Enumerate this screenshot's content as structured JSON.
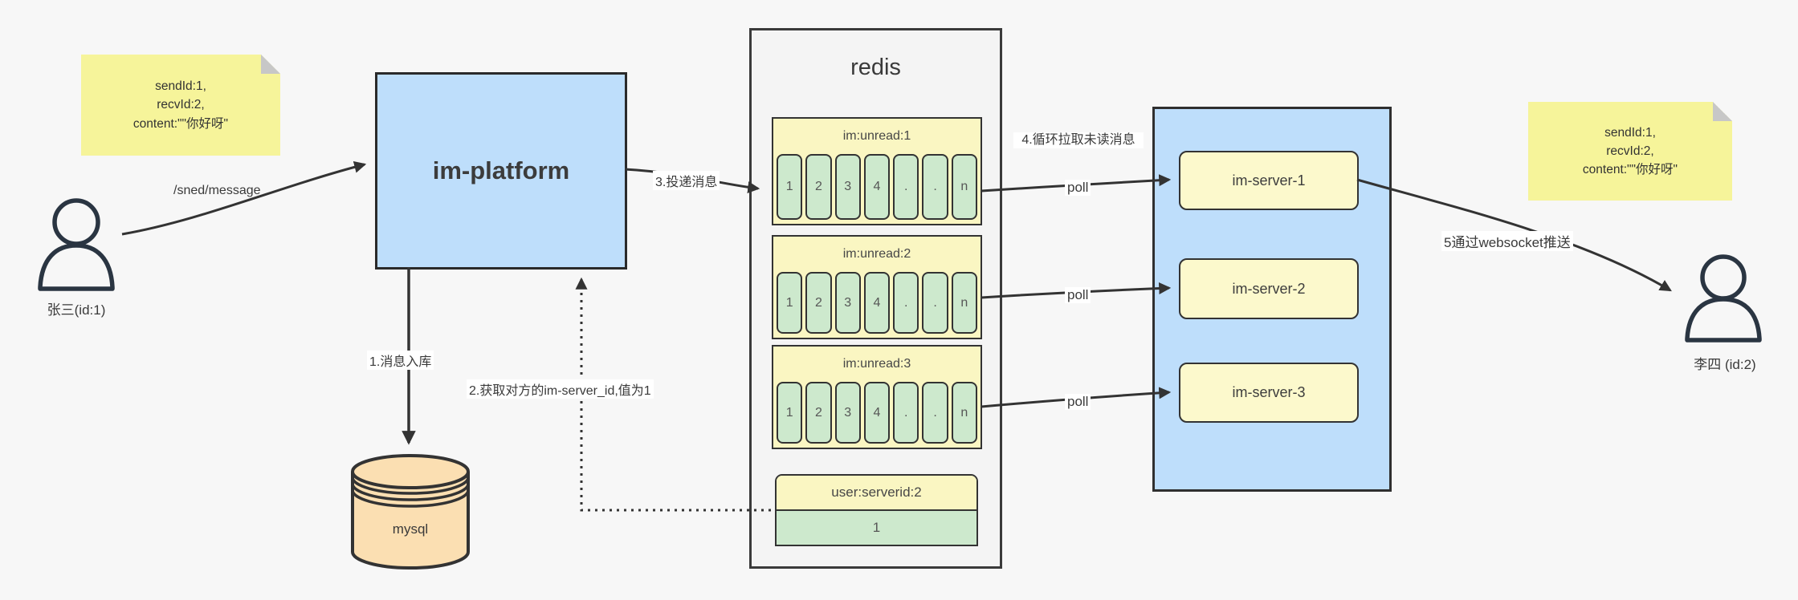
{
  "notes": {
    "left": {
      "lines": [
        "sendId:1,",
        "recvId:2,",
        "content:\"\"你好呀\""
      ]
    },
    "right": {
      "lines": [
        "sendId:1,",
        "recvId:2,",
        "content:\"\"你好呀\""
      ]
    }
  },
  "actors": {
    "sender": {
      "label": "张三(id:1)"
    },
    "receiver": {
      "label": "李四  (id:2)"
    }
  },
  "platform": {
    "label": "im-platform"
  },
  "mysql": {
    "label": "mysql"
  },
  "redis": {
    "title": "redis",
    "queues": [
      {
        "name": "im:unread:1",
        "cells": [
          "1",
          "2",
          "3",
          "4",
          ".",
          ".",
          "n"
        ]
      },
      {
        "name": "im:unread:2",
        "cells": [
          "1",
          "2",
          "3",
          "4",
          ".",
          ".",
          "n"
        ]
      },
      {
        "name": "im:unread:3",
        "cells": [
          "1",
          "2",
          "3",
          "4",
          ".",
          ".",
          "n"
        ]
      }
    ],
    "kv": {
      "name": "user:serverid:2",
      "value": "1"
    }
  },
  "servers": {
    "items": [
      {
        "label": "im-server-1"
      },
      {
        "label": "im-server-2"
      },
      {
        "label": "im-server-3"
      }
    ]
  },
  "edges": {
    "send": "/sned/message",
    "step1": "1.消息入库",
    "step2": "2.获取对方的im-server_id,值为1",
    "step3": "3.投递消息",
    "step4": "4.循环拉取未读消息",
    "poll1": "poll",
    "poll2": "poll",
    "poll3": "poll",
    "step5": "5通过websocket推送"
  },
  "colors": {
    "background": "#f7f7f7",
    "note_yellow": "#f6f49a",
    "box_blue": "#bedefb",
    "queue_yellow": "#faf6c2",
    "cell_green": "#cde9cd",
    "server_yellow": "#fcf9cc",
    "mysql_orange": "#fbdfb2",
    "line_dark": "#333333",
    "person_navy": "#2a3542"
  }
}
